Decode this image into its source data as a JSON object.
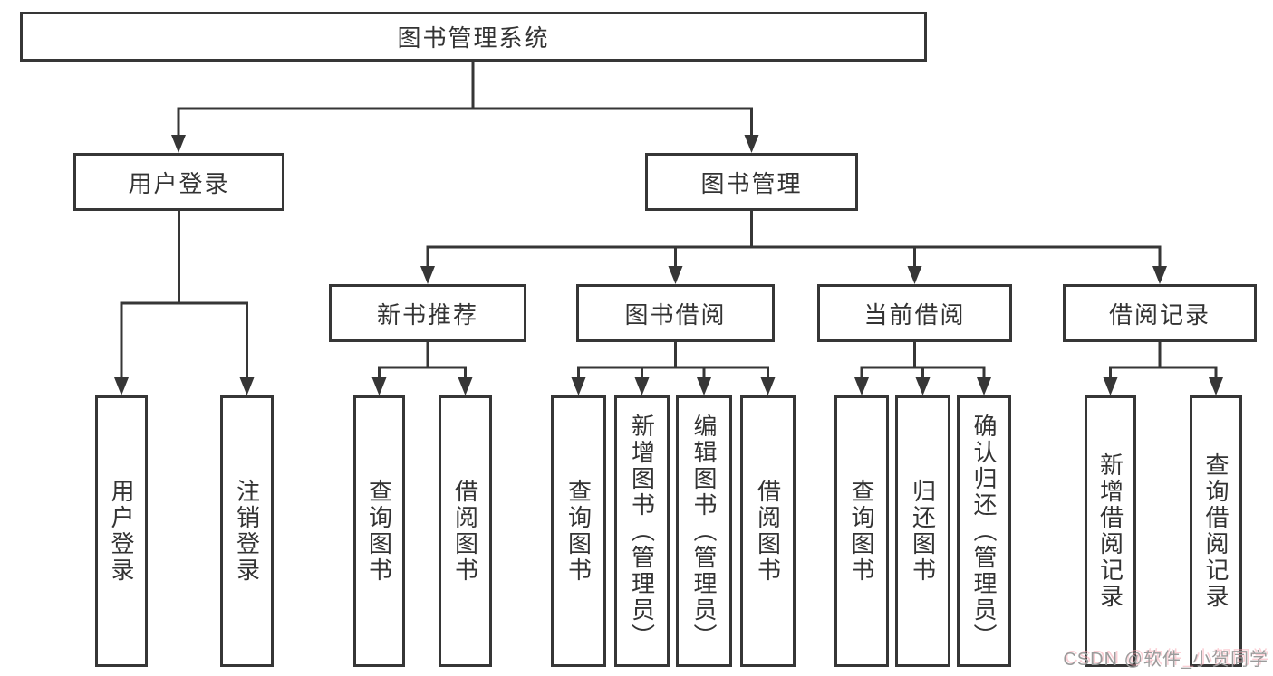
{
  "tree": {
    "root": {
      "label": "图书管理系统",
      "children": [
        {
          "label": "用户登录",
          "children": [
            {
              "label": "用户登录"
            },
            {
              "label": "注销登录"
            }
          ]
        },
        {
          "label": "图书管理",
          "children": [
            {
              "label": "新书推荐",
              "children": [
                {
                  "label": "查询图书"
                },
                {
                  "label": "借阅图书"
                }
              ]
            },
            {
              "label": "图书借阅",
              "children": [
                {
                  "label": "查询图书"
                },
                {
                  "label": "新增图书（管理员）"
                },
                {
                  "label": "编辑图书（管理员）"
                },
                {
                  "label": "借阅图书"
                }
              ]
            },
            {
              "label": "当前借阅",
              "children": [
                {
                  "label": "查询图书"
                },
                {
                  "label": "归还图书"
                },
                {
                  "label": "确认归还（管理员）"
                }
              ]
            },
            {
              "label": "借阅记录",
              "children": [
                {
                  "label": "新增借阅记录"
                },
                {
                  "label": "查询借阅记录"
                }
              ]
            }
          ]
        }
      ]
    }
  },
  "watermark": {
    "text": "CSDN @软件_小贺同学"
  },
  "colors": {
    "line": "#363636",
    "box_fill": "#ffffff",
    "text": "#333333",
    "watermark_gray": "#9b9b9b",
    "watermark_pink": "#f8aab4"
  }
}
